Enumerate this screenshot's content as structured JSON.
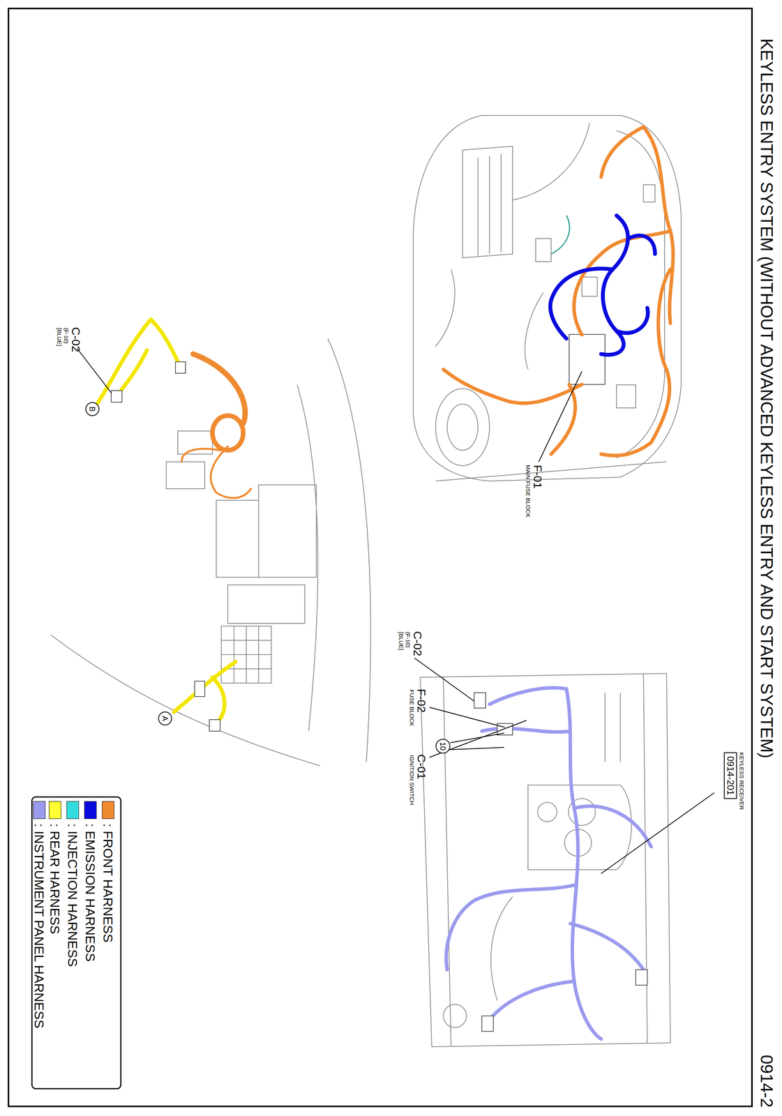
{
  "diagram": {
    "title": "KEYLESS ENTRY SYSTEM (WITHOUT ADVANCED KEYLESS ENTRY AND START SYSTEM)",
    "nodes": [
      {
        "text": [
          "KEYLESS RECEIVER",
          "0914-201"
        ]
      },
      {
        "text": [
          "10"
        ]
      },
      {
        "text": [
          "B"
        ]
      },
      {
        "text": [
          "A"
        ]
      }
    ],
    "edges": [],
    "labels": [
      "0914-2",
      "F-01",
      "MAIN FUSE BLOCK",
      "C-02",
      "(F-10)",
      "[BLUE]",
      "C-02",
      "(F-10)",
      "[BLUE]",
      "F-02",
      "FUSE BLOCK",
      "C-01",
      "IGNITION SWITCH"
    ],
    "legend": [
      {
        "text": ": FRONT HARNESS",
        "color": "#f08a30"
      },
      {
        "text": ": EMISSION HARNESS",
        "color": "#0a0ae0"
      },
      {
        "text": ": INJECTION HARNESS",
        "color": "#33dddd"
      },
      {
        "text": ": REAR HARNESS",
        "color": "#ffff33"
      },
      {
        "text": ": INSTRUMENT PANEL HARNESS",
        "color": "#9a9aee"
      }
    ]
  }
}
